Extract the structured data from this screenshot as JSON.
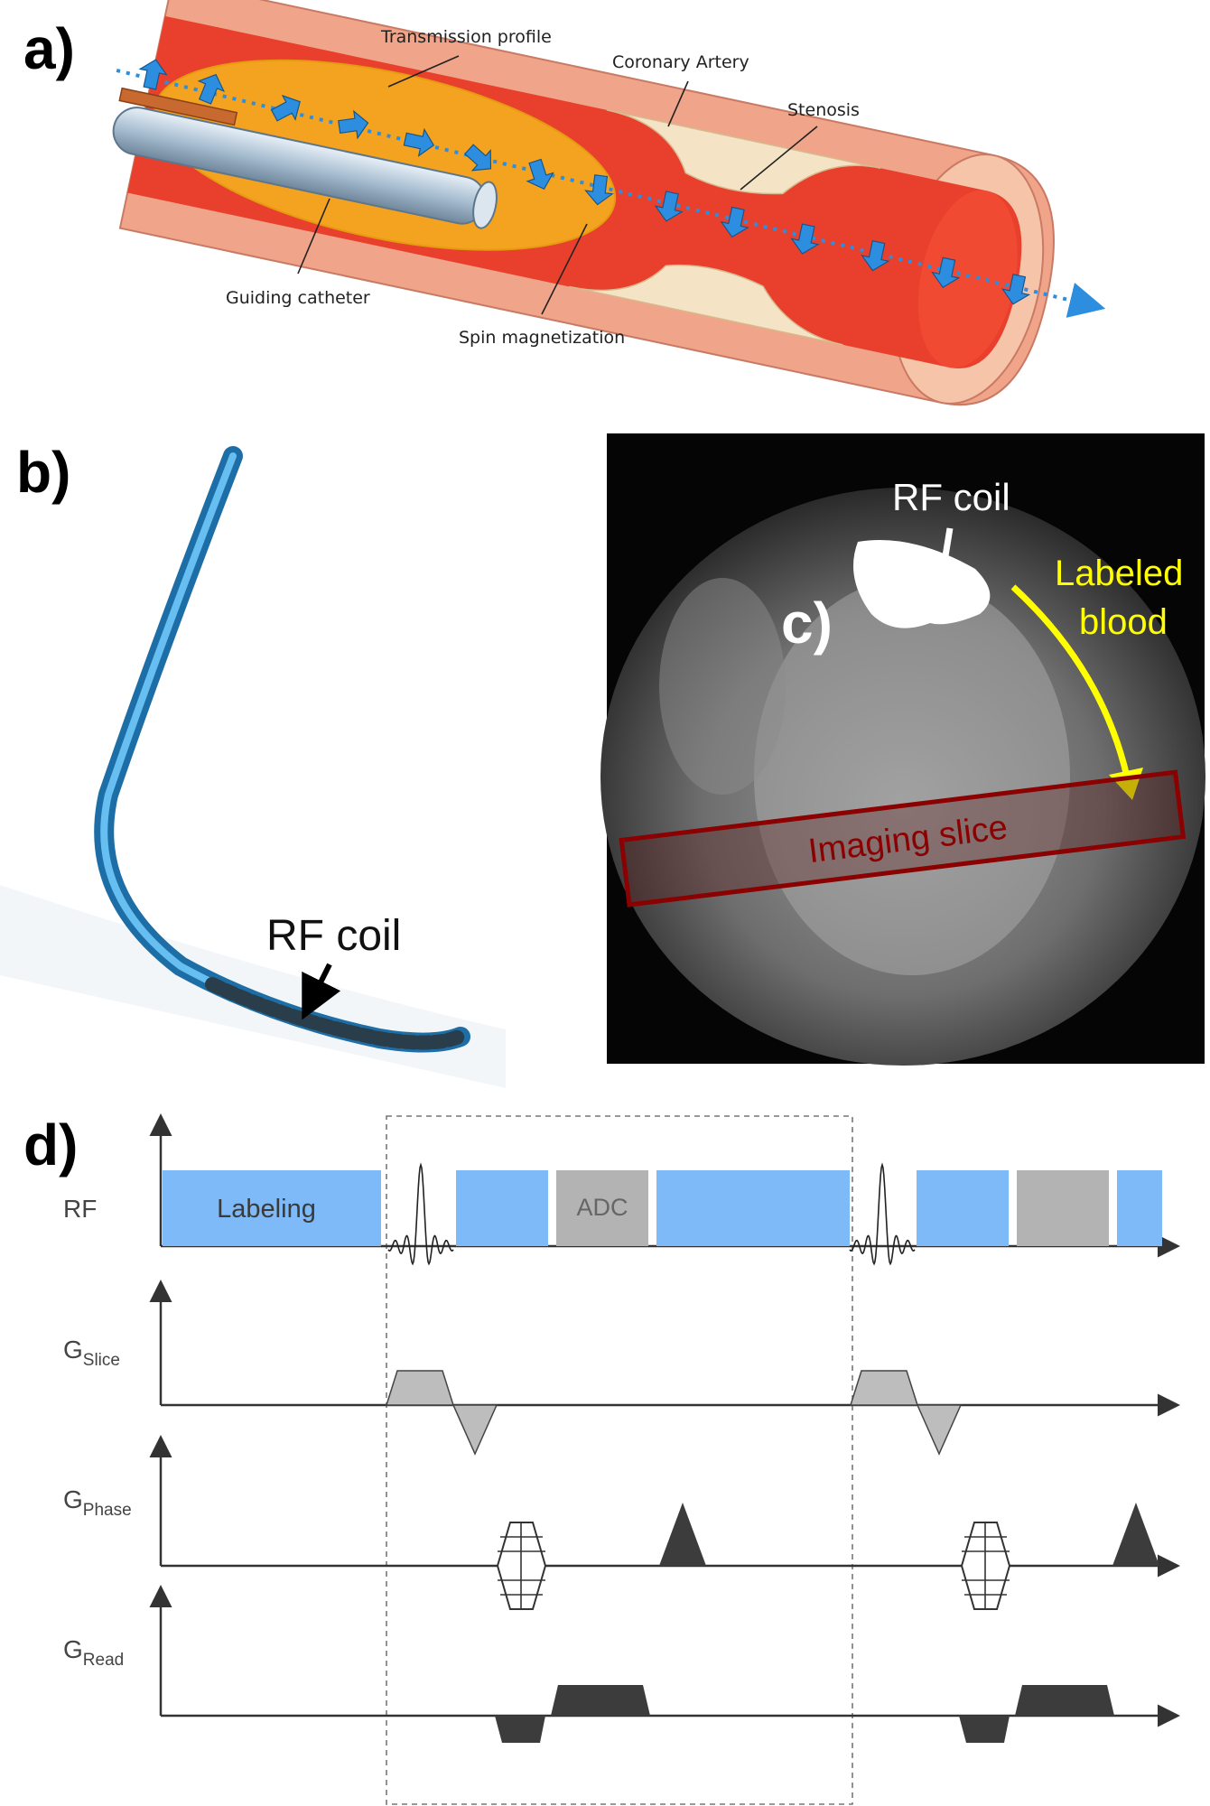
{
  "panels": {
    "a": {
      "label": "a)",
      "annotations": {
        "transmission_profile": "Transmission profile",
        "coronary_artery": "Coronary Artery",
        "stenosis": "Stenosis",
        "guiding_catheter": "Guiding catheter",
        "spin_magnetization": "Spin magnetization"
      }
    },
    "b": {
      "label": "b)",
      "rf_coil": "RF coil"
    },
    "c": {
      "label": "c)",
      "rf_coil": "RF coil",
      "labeled": "Labeled",
      "blood": "blood",
      "imaging_slice": "Imaging slice"
    },
    "d": {
      "label": "d)",
      "rows": {
        "rf": "RF",
        "g_slice_main": "G",
        "g_slice_sub": "Slice",
        "g_phase_main": "G",
        "g_phase_sub": "Phase",
        "g_read_main": "G",
        "g_read_sub": "Read"
      },
      "blocks": {
        "labeling": "Labeling",
        "adc": "ADC"
      }
    }
  },
  "colors": {
    "vessel_wall": "#f0a489",
    "blood": "#e8402c",
    "plaque": "#f4e3c4",
    "transmission": "#f6b51e",
    "magnetization_arrow": "#2d8ee0",
    "catheter": "#b6c9d9",
    "catheter_wire": "#2f8fd0",
    "labeled_blood_arrow": "#ffff00",
    "imaging_slice": "#8b0000",
    "rf_block": "#7eb9f8",
    "adc_block": "#b3b3b3",
    "gradient_light": "#bdbdbd",
    "gradient_dark": "#3c3c3c"
  }
}
